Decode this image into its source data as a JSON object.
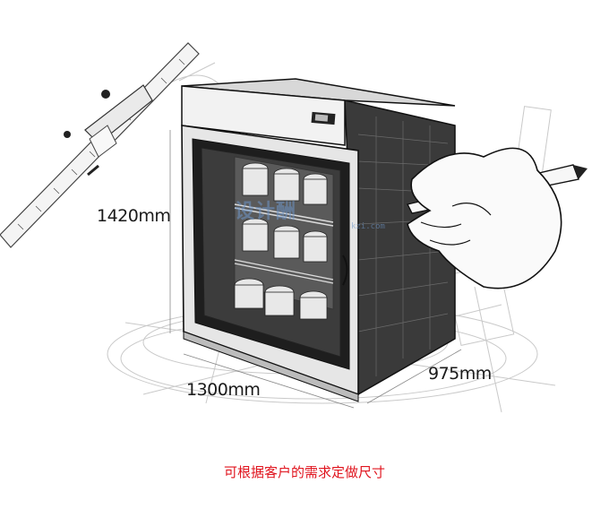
{
  "dimensions": {
    "height": "1420mm",
    "width": "1300mm",
    "depth": "975mm"
  },
  "caption": "可根据客户的需求定做尺寸",
  "watermark": {
    "text": "设计酬",
    "sub": "kzi.com"
  },
  "colors": {
    "caption": "#e0141e",
    "ink": "#1a1a1a"
  }
}
